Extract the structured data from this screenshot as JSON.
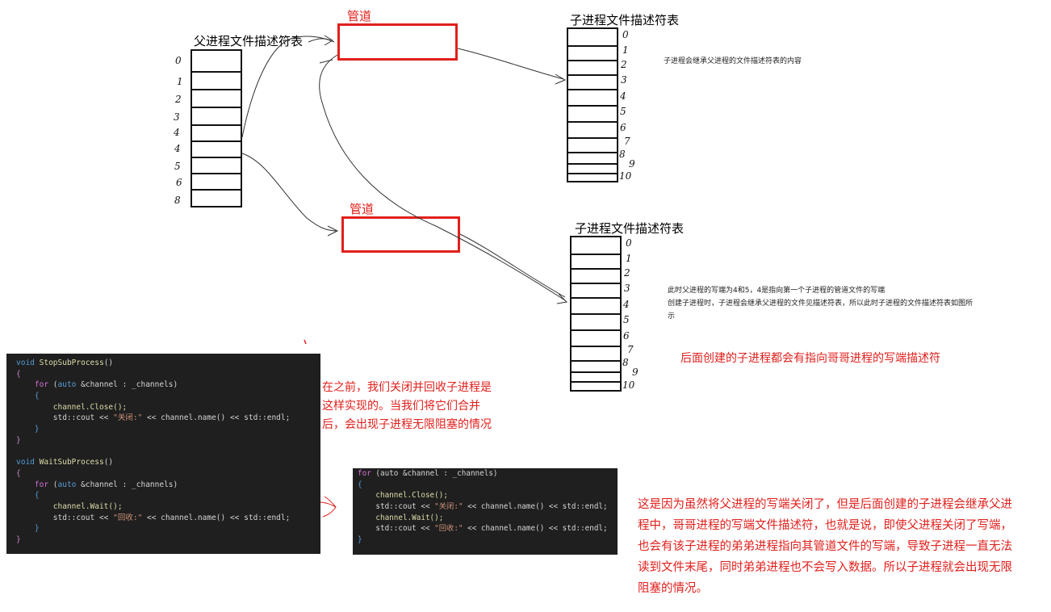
{
  "labels": {
    "parent_table": "父进程文件描述符表",
    "pipe1": "管道",
    "pipe2": "管道",
    "child_table1": "子进程文件描述符表",
    "child_table2": "子进程文件描述符表"
  },
  "parent_indices": [
    "0",
    "1",
    "2",
    "3",
    "4",
    "4",
    "5",
    "6",
    "8"
  ],
  "child1_indices": [
    "0",
    "1",
    "2",
    "3",
    "4",
    "5",
    "6",
    "7",
    "8",
    "9",
    "10"
  ],
  "child2_indices": [
    "0",
    "1",
    "2",
    "3",
    "4",
    "5",
    "6",
    "7",
    "8",
    "9",
    "10"
  ],
  "notes": {
    "child_inherit": "子进程会继承父进程的文件描述符表的内容",
    "write_end_line1": "此时父进程的写端为4和5，4是指向第一个子进程的管道文件的写端",
    "write_end_line2": "创建子进程时，子进程会继承父进程的文件见描述符表，所以此时子进程的文件描述符表如图所",
    "write_end_line3": "示",
    "later_children": "后面创建的子进程都会有指向哥哥进程的写端描述符",
    "before_merge": [
      "在之前，我们关闭并回收子进程是",
      "这样实现的。当我们将它们合并",
      "后，会出现子进程无限阻塞的情况"
    ],
    "reason": [
      "这是因为虽然将父进程的写端关闭了，但是后面创建的子进程会继承父进",
      "程中，哥哥进程的写端文件描述符，也就是说，即使父进程关闭了写端，",
      "也会有该子进程的弟弟进程指向其管道文件的写端，导致子进程一直无法",
      "读到文件末尾，同时弟弟进程也不会写入数据。所以子进程就会出现无限",
      "阻塞的情况。"
    ]
  },
  "code_left": {
    "fn1_sig_kw": "void",
    "fn1_sig_name": "StopSubProcess",
    "fn1_sig_rest": "()",
    "fn2_sig_kw": "void",
    "fn2_sig_name": "WaitSubProcess",
    "fn2_sig_rest": "()",
    "for_kw": "for",
    "for_rest_a": " (",
    "for_auto": "auto",
    "for_rest_b": " &channel : _channels)",
    "close_call": "channel.Close();",
    "wait_call": "channel.Wait();",
    "cout_a": "std::cout << ",
    "str_close": "\"关闭:\"",
    "str_recycle": "\"回收:\"",
    "cout_b": " << channel.name() << std::endl;",
    "open_brace": "{",
    "close_brace": "}"
  },
  "code_right": {
    "for_line": "(auto &channel : _channels)",
    "close_call": "channel.Close();",
    "wait_call": "channel.Wait();",
    "str_close": "\"关闭:\"",
    "str_recycle": "\"回收:\""
  },
  "colors": {
    "red": "#e0201c",
    "code_bg": "#1f1f1f",
    "keyword": "#569cd6",
    "function": "#dcdcaa",
    "string": "#ce9178"
  }
}
